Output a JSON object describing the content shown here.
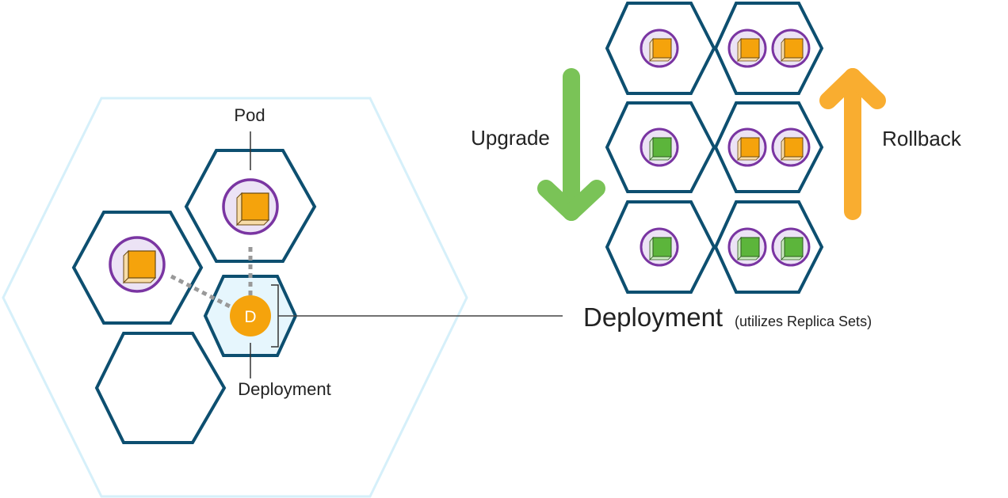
{
  "labels": {
    "pod": "Pod",
    "deployment_small": "Deployment",
    "deployment_big": "Deployment",
    "deployment_note": "(utilizes Replica Sets)",
    "upgrade": "Upgrade",
    "rollback": "Rollback",
    "deployment_badge": "D"
  },
  "colors": {
    "hex_border": "#0d4f70",
    "outer_hex_border": "#d6f0fa",
    "deployment_fill": "#e6f6fd",
    "pod_circle_fill": "#ece3f5",
    "pod_circle_border": "#7a35a2",
    "cube_orange": "#f5a30c",
    "cube_green": "#5cb53b",
    "badge_orange": "#f5a30c",
    "upgrade_arrow": "#6cbd45",
    "rollback_arrow": "#f9a51a",
    "connector": "#999999"
  },
  "replica_grid": {
    "rows": [
      {
        "left": [
          "orange"
        ],
        "right": [
          "orange",
          "orange"
        ]
      },
      {
        "left": [
          "green"
        ],
        "right": [
          "orange",
          "orange"
        ]
      },
      {
        "left": [
          "green"
        ],
        "right": [
          "green",
          "green"
        ]
      }
    ]
  }
}
